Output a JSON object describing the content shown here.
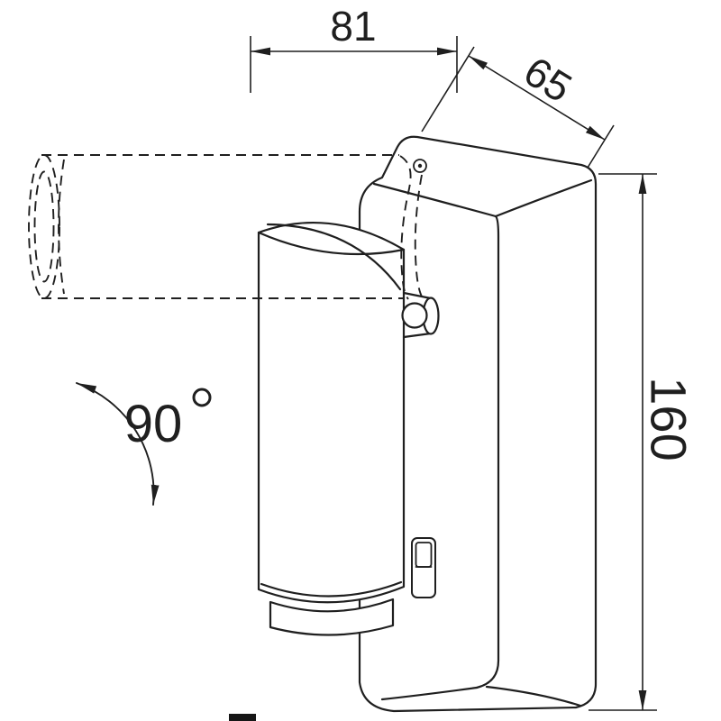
{
  "colors": {
    "background": "#ffffff",
    "line": "#1f1f1f"
  },
  "dimensions": {
    "width_top": "81",
    "depth": "65",
    "height": "160"
  },
  "rotation": {
    "angle": "90",
    "degree_symbol": "°"
  }
}
